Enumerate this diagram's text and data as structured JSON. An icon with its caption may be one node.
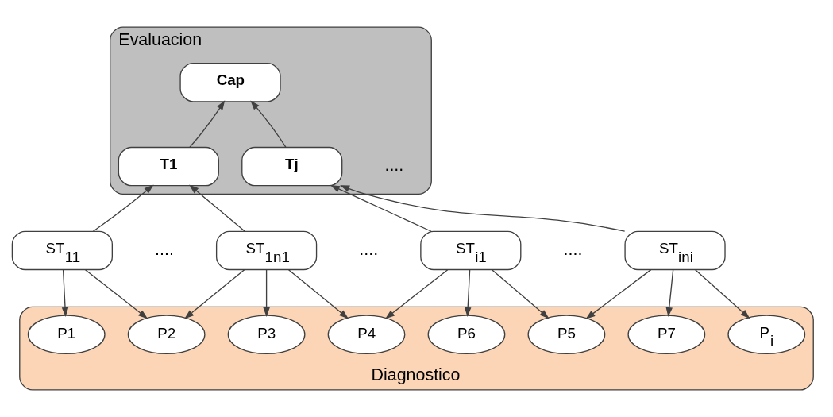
{
  "diagram": {
    "nodes": [
      {
        "text": [
          "Evaluacion"
        ]
      },
      {
        "text": [
          "Cap"
        ],
        "in": 0
      },
      {
        "text": [
          "T1"
        ],
        "in": 0
      },
      {
        "text": [
          "Tj"
        ],
        "in": 0
      },
      {
        "text": [
          "ST$_{11}$"
        ]
      },
      {
        "text": [
          "ST$_{1n1}$"
        ]
      },
      {
        "text": [
          "ST$_{i1}$"
        ]
      },
      {
        "text": [
          "ST$_{ini}$"
        ]
      },
      {
        "text": [
          "Diagnostico"
        ]
      },
      {
        "text": [
          "P1"
        ],
        "in": 8
      },
      {
        "text": [
          "P2"
        ],
        "in": 8
      },
      {
        "text": [
          "P3"
        ],
        "in": 8
      },
      {
        "text": [
          "P4"
        ],
        "in": 8
      },
      {
        "text": [
          "P5"
        ],
        "in": 8
      },
      {
        "text": [
          "P6"
        ],
        "in": 8
      },
      {
        "text": [
          "P7"
        ],
        "in": 8
      },
      {
        "text": [
          "P$_{i}$"
        ],
        "in": 8
      }
    ],
    "edges": [
      {
        "from": 2,
        "to": 1,
        "arrow": "to"
      },
      {
        "from": 3,
        "to": 1,
        "arrow": "to"
      },
      {
        "from": 4,
        "to": 2,
        "arrow": "to"
      },
      {
        "from": 5,
        "to": 2,
        "arrow": "to"
      },
      {
        "from": 6,
        "to": 3,
        "arrow": "to"
      },
      {
        "from": 7,
        "to": 3,
        "arrow": "to"
      },
      {
        "from": 4,
        "to": 9,
        "arrow": "to"
      },
      {
        "from": 4,
        "to": 10,
        "arrow": "to"
      },
      {
        "from": 5,
        "to": 10,
        "arrow": "to"
      },
      {
        "from": 5,
        "to": 11,
        "arrow": "to"
      },
      {
        "from": 5,
        "to": 12,
        "arrow": "to"
      },
      {
        "from": 6,
        "to": 12,
        "arrow": "to"
      },
      {
        "from": 6,
        "to": 13,
        "arrow": "to"
      },
      {
        "from": 6,
        "to": 14,
        "arrow": "to"
      },
      {
        "from": 7,
        "to": 13,
        "arrow": "to"
      },
      {
        "from": 7,
        "to": 15,
        "arrow": "to"
      },
      {
        "from": 7,
        "to": 16,
        "arrow": "to"
      }
    ],
    "labels": [
      "....",
      "....",
      "....",
      "...."
    ]
  }
}
